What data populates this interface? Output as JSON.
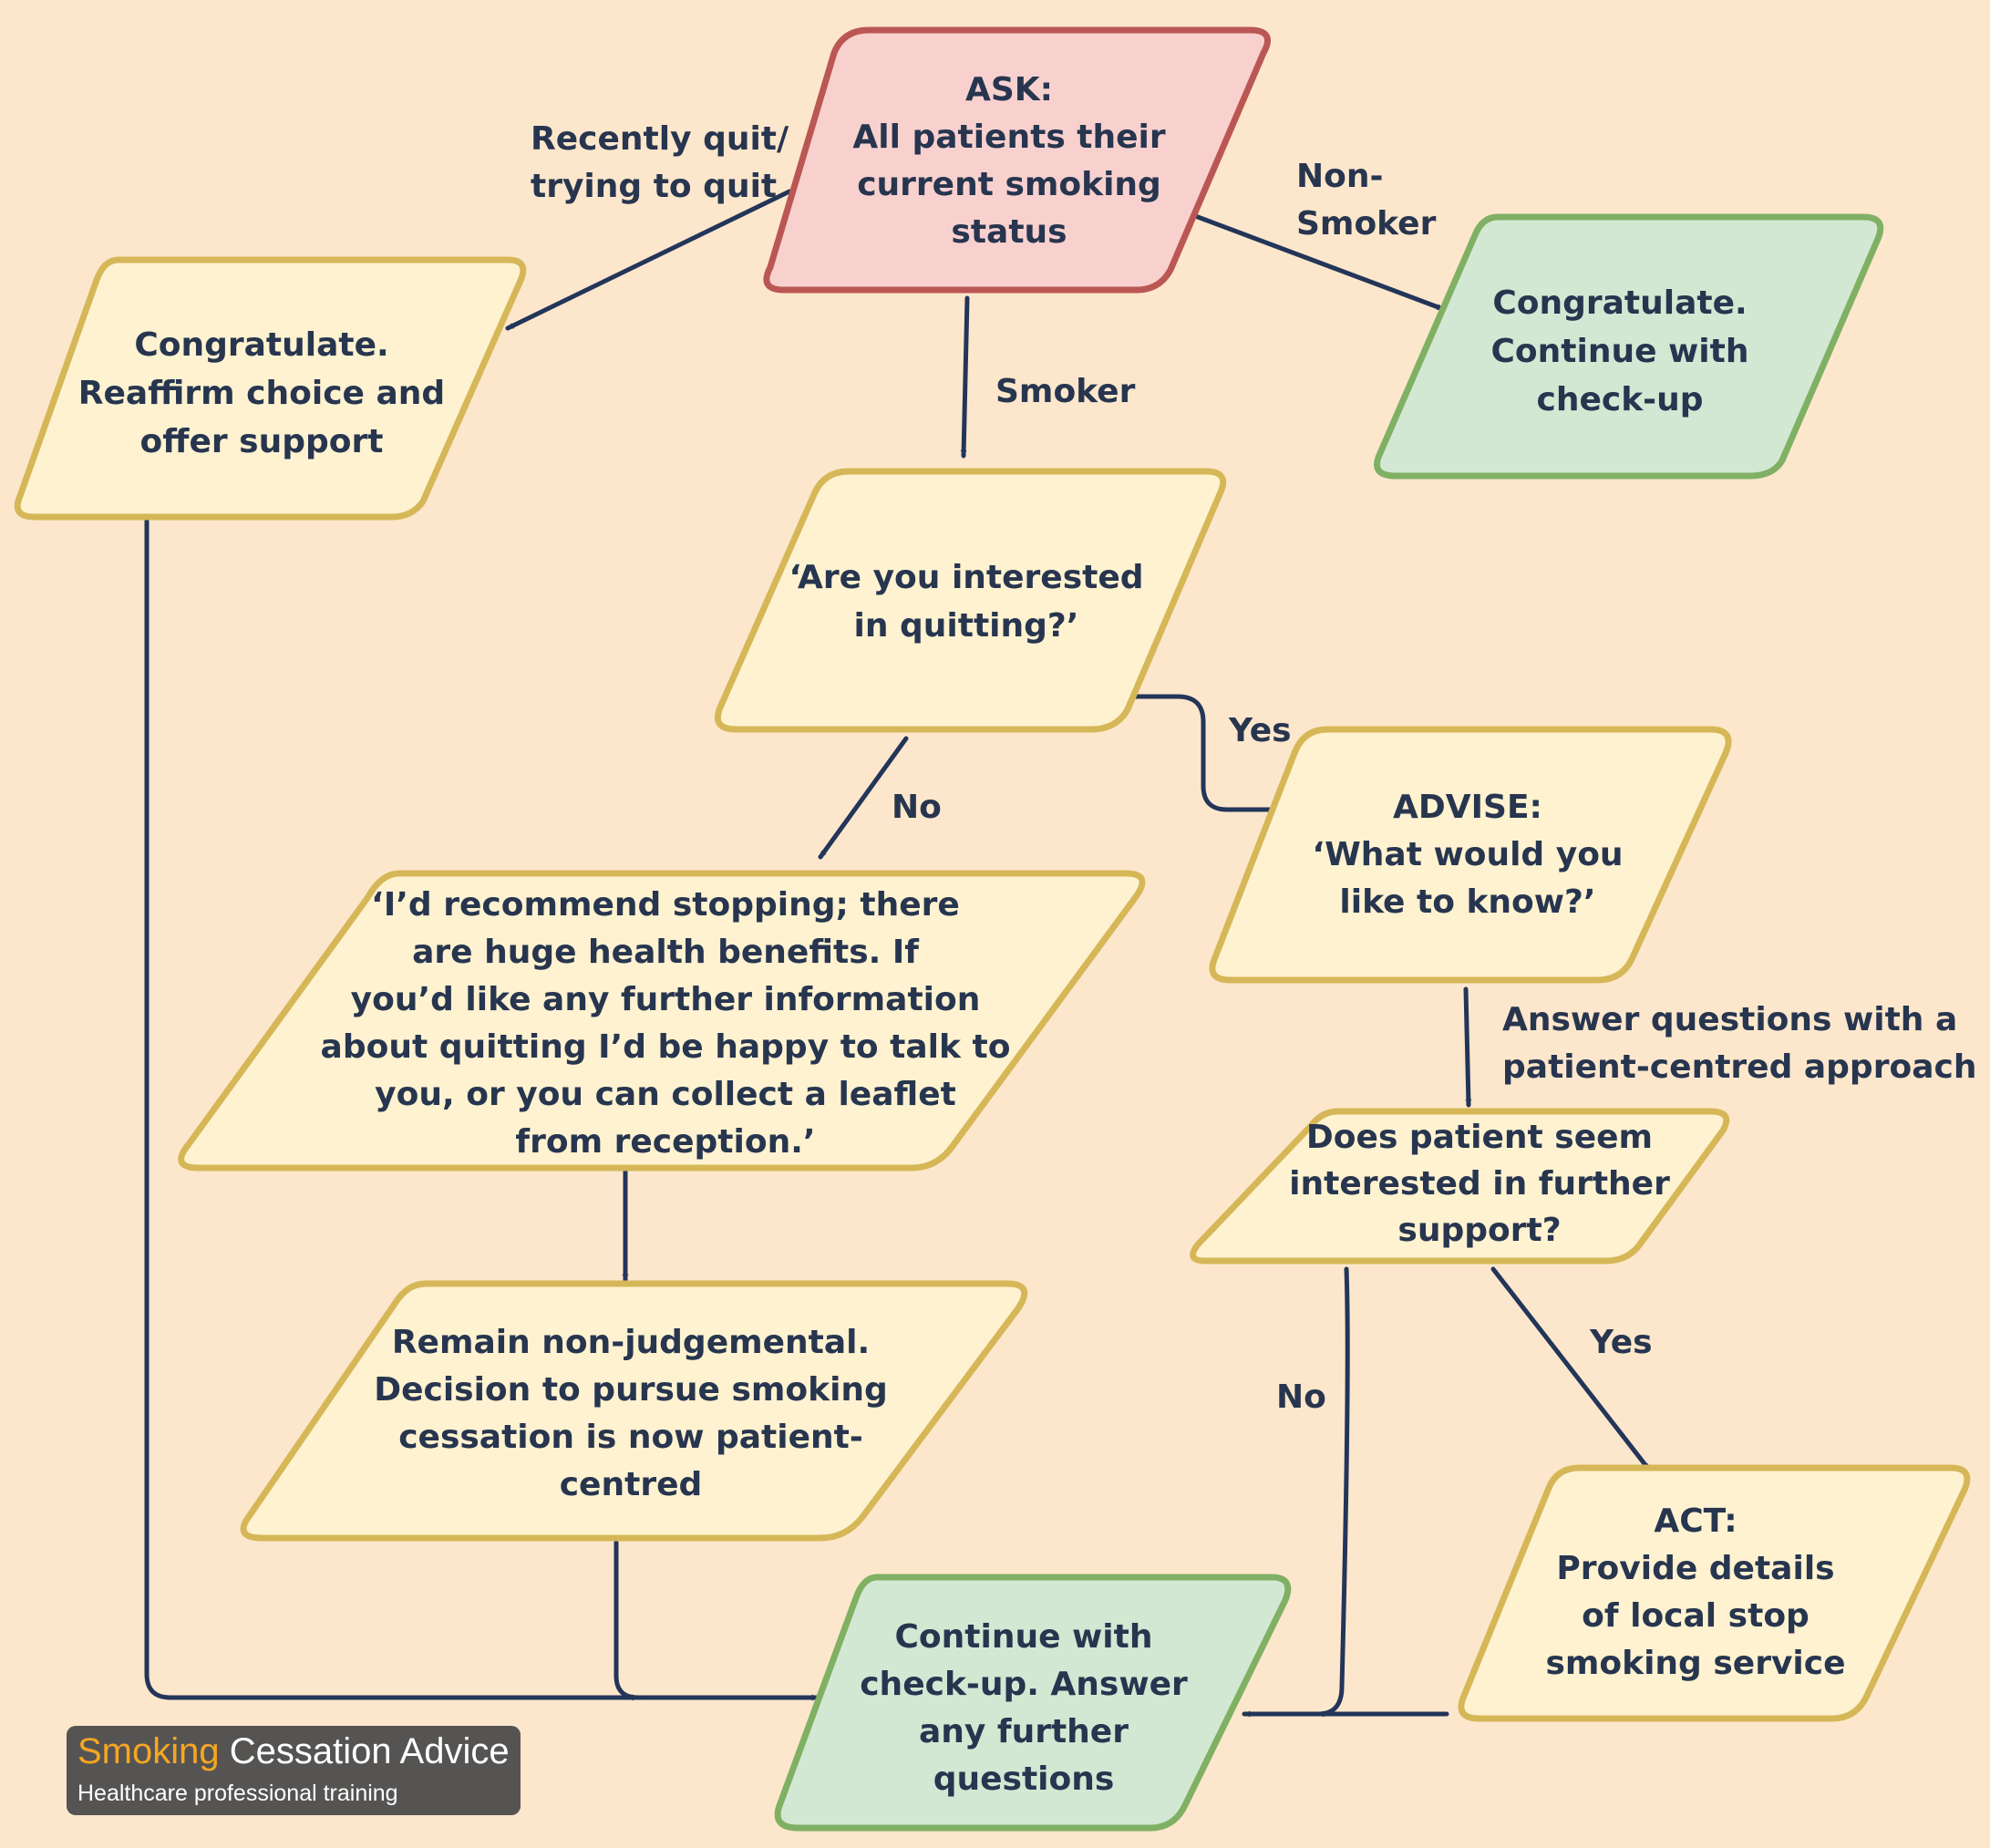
{
  "colors": {
    "background": "#fde7cc",
    "arrow": "#233559",
    "text": "#27354f",
    "ask_fill": "#f8d1cf",
    "ask_stroke": "#bb5753",
    "green_fill": "#d3e8d3",
    "green_stroke": "#80b064",
    "yellow_fill": "#fef2d0",
    "yellow_stroke": "#d6b758",
    "logo_bg": "#555453",
    "logo_accent": "#f5a623"
  },
  "nodes": {
    "ask": {
      "lines": [
        "ASK:",
        "All patients their",
        "current smoking",
        "status"
      ]
    },
    "recently_quit": {
      "lines": [
        "Congratulate.",
        "Reaffirm choice and",
        "offer support"
      ]
    },
    "non_smoker": {
      "lines": [
        "Congratulate.",
        "Continue with",
        "check-up"
      ]
    },
    "interested": {
      "lines": [
        "‘Are you interested",
        "in quitting?’"
      ]
    },
    "advise": {
      "lines": [
        "ADVISE:",
        "‘What would you",
        "like to know?’"
      ]
    },
    "recommend": {
      "lines": [
        "‘I’d recommend stopping; there",
        "are huge health benefits. If",
        "you’d like any further information",
        "about quitting I’d be happy to talk to",
        "you, or you can collect a leaflet",
        "from reception.’"
      ]
    },
    "further_support": {
      "lines": [
        "Does patient seem",
        "interested in further",
        "support?"
      ]
    },
    "non_judgemental": {
      "lines": [
        "Remain non-judgemental.",
        "Decision to pursue smoking",
        "cessation is now patient-",
        "centred"
      ]
    },
    "act": {
      "lines": [
        "ACT:",
        "Provide details",
        "of local stop",
        "smoking service"
      ]
    },
    "continue": {
      "lines": [
        "Continue with",
        "check-up. Answer",
        "any further",
        "questions"
      ]
    }
  },
  "edge_labels": {
    "recently_quit": [
      "Recently quit/",
      "trying to quit"
    ],
    "non_smoker": [
      "Non-",
      "Smoker"
    ],
    "smoker": [
      "Smoker"
    ],
    "yes_advise": [
      "Yes"
    ],
    "no_recommend": [
      "No"
    ],
    "answer_questions": [
      "Answer questions with a",
      "patient-centred approach"
    ],
    "yes_act": [
      "Yes"
    ],
    "no_continue": [
      "No"
    ]
  },
  "logo": {
    "brand_accent": "Smoking",
    "brand_rest": " Cessation Advice",
    "subtitle": "Healthcare professional training"
  }
}
